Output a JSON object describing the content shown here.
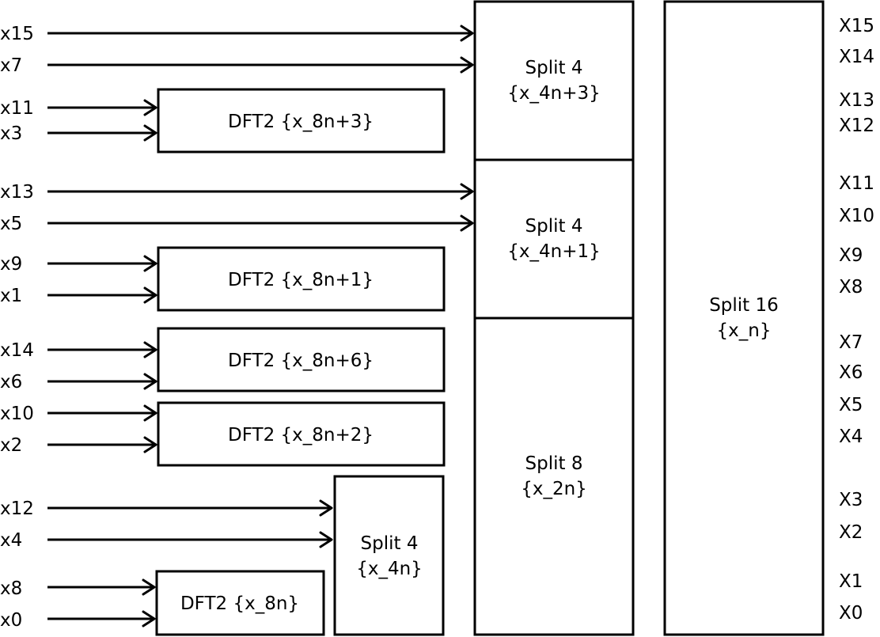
{
  "inputs": {
    "x15": "x15",
    "x7": "x7",
    "x11": "x11",
    "x3": "x3",
    "x13": "x13",
    "x5": "x5",
    "x9": "x9",
    "x1": "x1",
    "x14": "x14",
    "x6": "x6",
    "x10": "x10",
    "x2": "x2",
    "x12": "x12",
    "x4": "x4",
    "x8": "x8",
    "x0": "x0"
  },
  "blocks": {
    "dft2_8n3": "DFT2 {x_8n+3}",
    "dft2_8n1": "DFT2 {x_8n+1}",
    "dft2_8n6": "DFT2 {x_8n+6}",
    "dft2_8n2": "DFT2 {x_8n+2}",
    "dft2_8n": "DFT2 {x_8n}",
    "split4_4n": {
      "line1": "Split 4",
      "line2": "{x_4n}"
    },
    "split4_4n3": {
      "line1": "Split 4",
      "line2": "{x_4n+3}"
    },
    "split4_4n1": {
      "line1": "Split 4",
      "line2": "{x_4n+1}"
    },
    "split8_2n": {
      "line1": "Split 8",
      "line2": "{x_2n}"
    },
    "split16_n": {
      "line1": "Split 16",
      "line2": "{x_n}"
    }
  },
  "outputs": {
    "X15": "X15",
    "X14": "X14",
    "X13": "X13",
    "X12": "X12",
    "X11": "X11",
    "X10": "X10",
    "X9": "X9",
    "X8": "X8",
    "X7": "X7",
    "X6": "X6",
    "X5": "X5",
    "X4": "X4",
    "X3": "X3",
    "X2": "X2",
    "X1": "X1",
    "X0": "X0"
  }
}
